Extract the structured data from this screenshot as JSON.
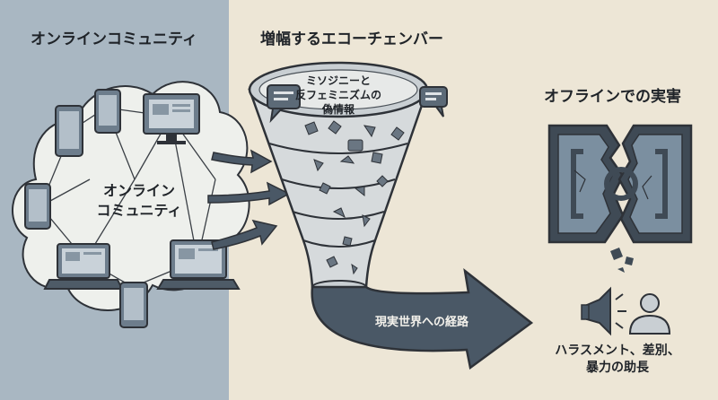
{
  "sections": {
    "online": {
      "title": "オンラインコミュニティ",
      "cloud_label_line1": "オンライン",
      "cloud_label_line2": "コミュニティ"
    },
    "echo": {
      "title": "増幅するエコーチェンバー",
      "funnel_label_line1": "ミソジニーと",
      "funnel_label_line2": "反フェミニズムの",
      "funnel_label_line3": "偽情報"
    },
    "pathway": {
      "arrow_label": "現実世界への経路"
    },
    "offline": {
      "title": "オフラインでの実害",
      "caption_line1": "ハラスメント、差別、",
      "caption_line2": "暴力の助長"
    }
  },
  "icons": [
    "smartphone-icon",
    "tablet-icon",
    "monitor-icon",
    "laptop-icon",
    "speech-bubble-icon",
    "megaphone-icon",
    "person-icon",
    "broken-symbol-icon"
  ],
  "colors": {
    "left_panel": "#a9b7c2",
    "background": "#ede6d6",
    "ink": "#2e3238",
    "device": "#6d7d8c",
    "arrow": "#4a5866",
    "symbol": "#7b8fa0"
  }
}
